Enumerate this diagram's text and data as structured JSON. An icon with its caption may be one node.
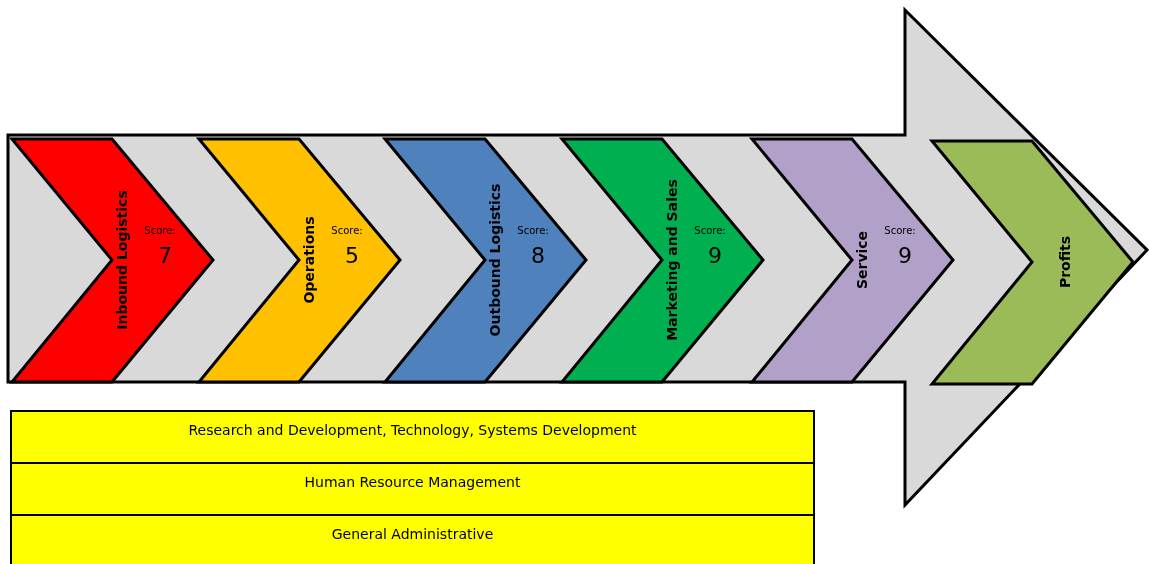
{
  "diagram": {
    "nodes": [
      {
        "text": [],
        "shape": "arrow"
      },
      {
        "text": [
          "Inbound Logistics",
          "Score:",
          "7"
        ],
        "in": 0
      },
      {
        "text": [
          "Operations",
          "Score:",
          "5"
        ],
        "in": 0
      },
      {
        "text": [
          "Outbound Logistics",
          "Score:",
          "8"
        ],
        "in": 0
      },
      {
        "text": [
          "Marketing and Sales",
          "Score:",
          "9"
        ],
        "in": 0
      },
      {
        "text": [
          "Service",
          "Score:",
          "9"
        ],
        "in": 0
      },
      {
        "text": [
          "Profits"
        ],
        "in": 0
      },
      {
        "text": [
          "Research and Development, Technology, Systems Development"
        ]
      },
      {
        "text": [
          "Human Resource Management"
        ]
      },
      {
        "text": [
          "General Administrative"
        ]
      }
    ]
  }
}
